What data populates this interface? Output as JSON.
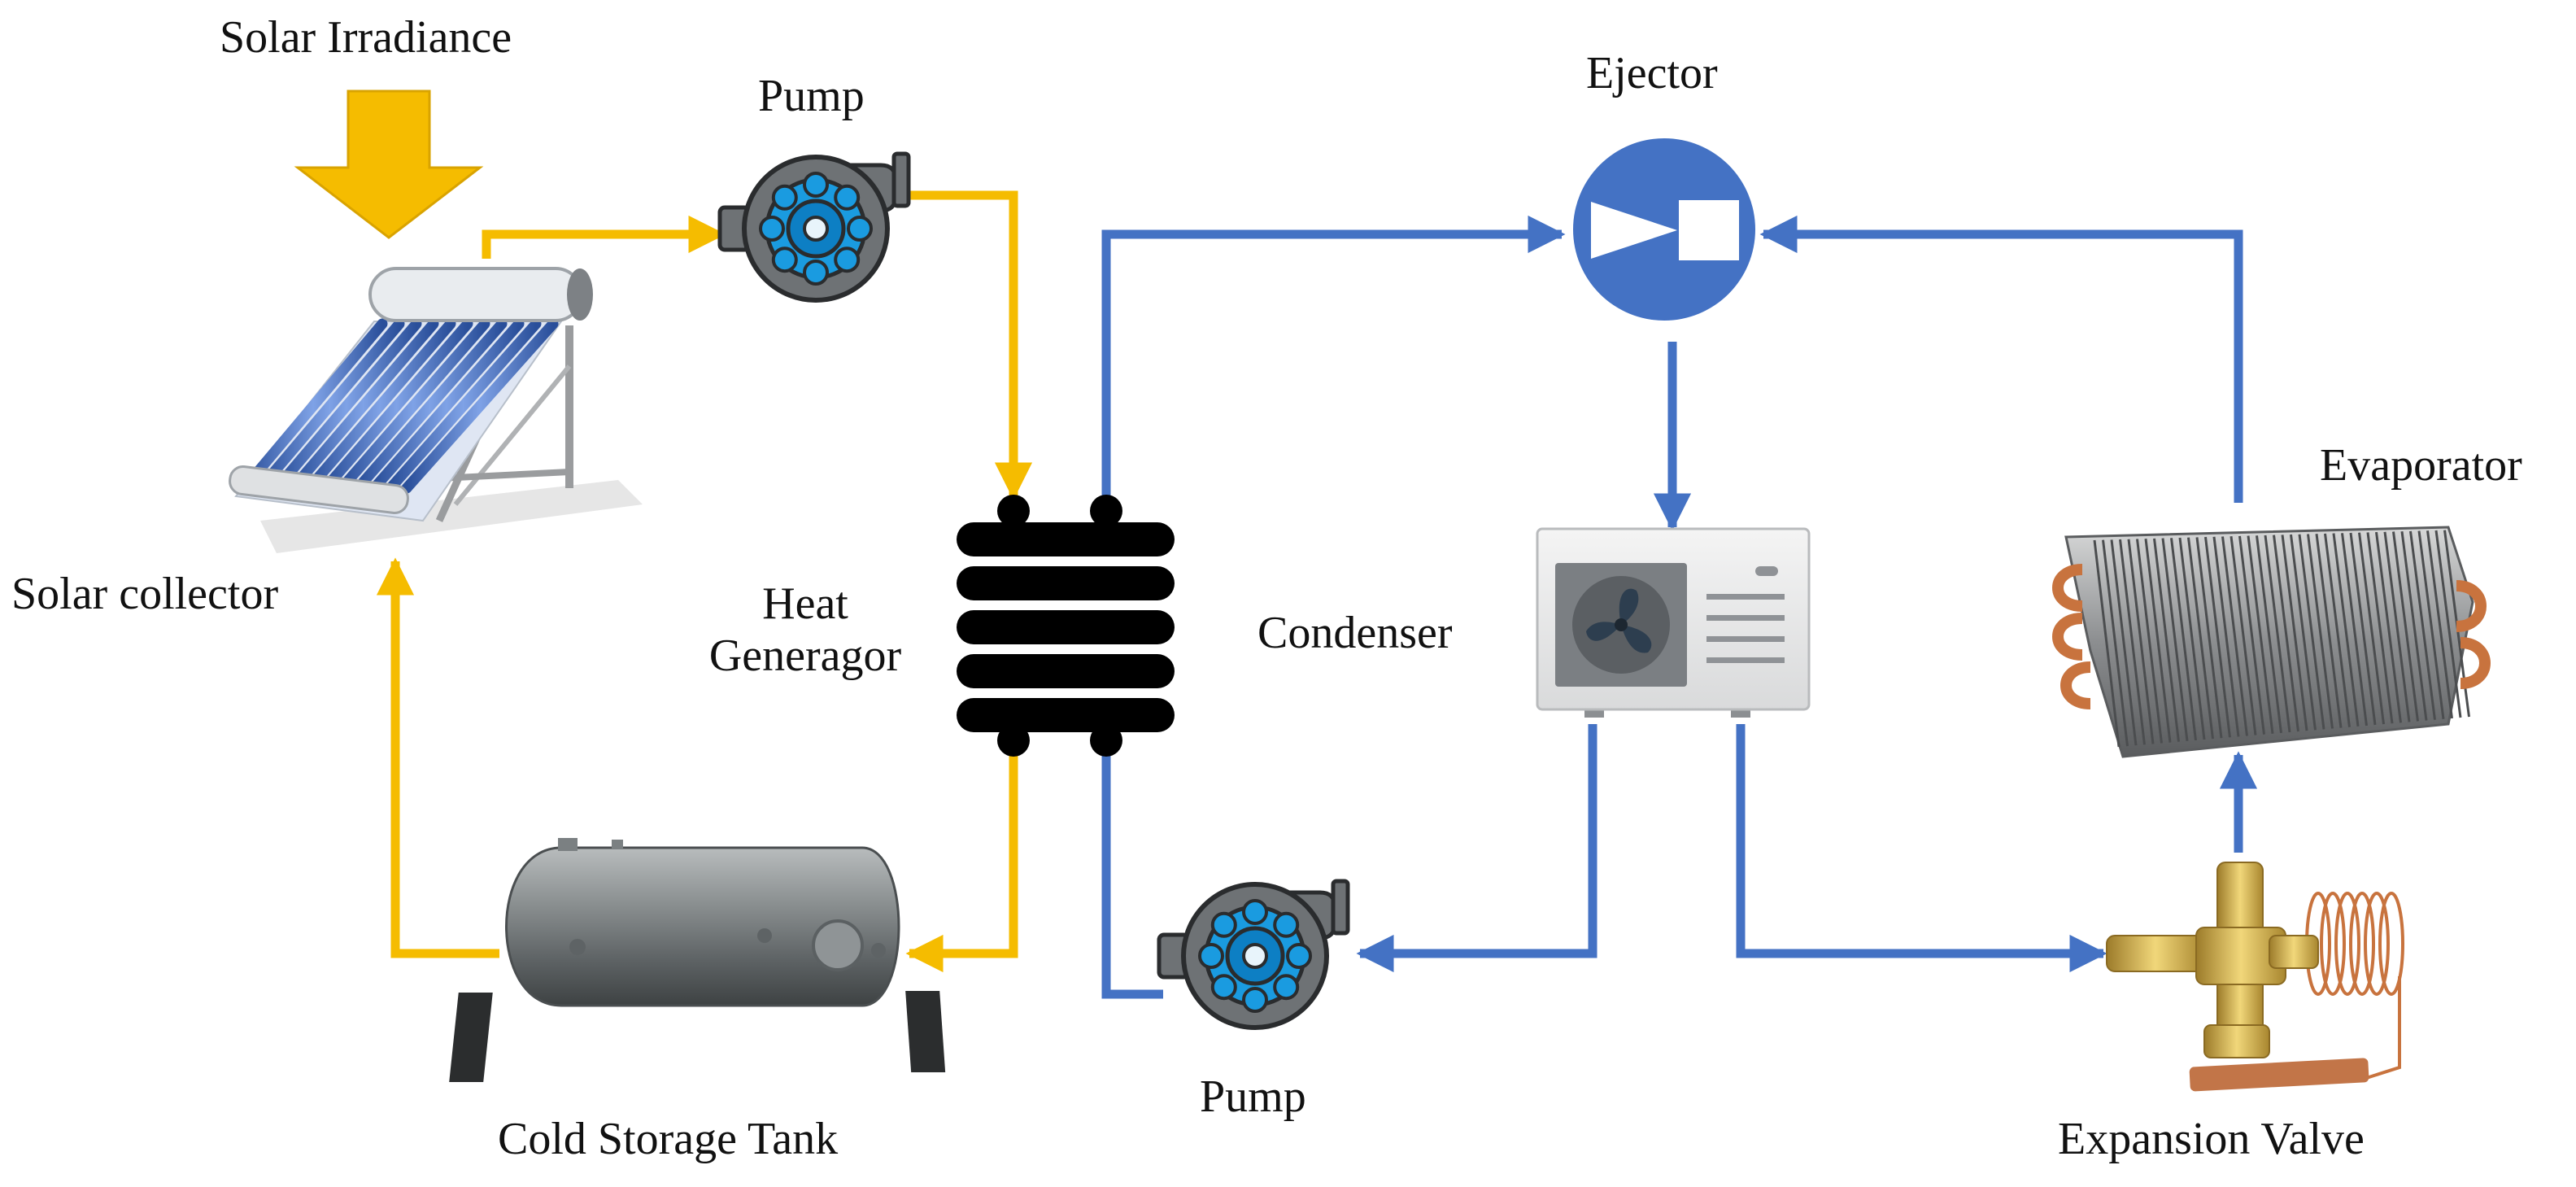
{
  "labels": {
    "solar_irradiance": "Solar Irradiance",
    "solar_collector": "Solar collector",
    "pump_top": "Pump",
    "heat_generator_line1": "Heat",
    "heat_generator_line2": "Generagor",
    "cold_storage_tank": "Cold Storage Tank",
    "pump_bottom": "Pump",
    "ejector": "Ejector",
    "condenser": "Condenser",
    "evaporator": "Evaporator",
    "expansion_valve": "Expansion Valve"
  },
  "colors": {
    "solar_loop": "#F5BC00",
    "refrigerant_loop": "#4472C4",
    "heat_generator": "#000000",
    "ejector_fill": "#4472C4",
    "pump_body": "#6E7275",
    "pump_impeller": "#1A9BE0",
    "copper": "#C8733E"
  },
  "icons": {
    "solar_collector": "solar-collector-icon",
    "pump": "pump-icon",
    "heat_generator": "heat-exchanger-icon",
    "cold_storage_tank": "tank-icon",
    "ejector": "ejector-icon",
    "condenser": "condenser-unit-icon",
    "evaporator": "evaporator-coil-icon",
    "expansion_valve": "expansion-valve-icon"
  }
}
